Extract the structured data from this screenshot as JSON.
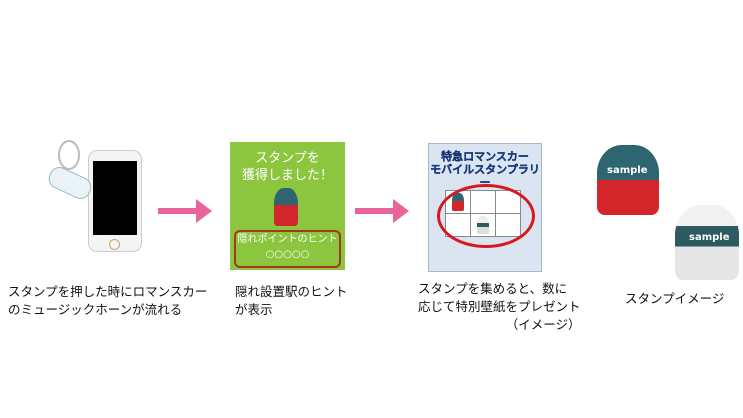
{
  "steps": [
    {
      "caption_lines": [
        "スタンプを押した時にロマンスカー",
        "のミュージックホーンが流れる"
      ]
    },
    {
      "screen": {
        "title_lines": [
          "スタンプを",
          "獲得しました！"
        ],
        "hint_label": "隠れポイントのヒント",
        "hint_value": "○○○○○"
      },
      "caption_lines": [
        "隠れ設置駅のヒント",
        "が表示"
      ]
    },
    {
      "screen": {
        "title_lines": [
          "特急ロマンスカー",
          "モバイルスタンプラリー"
        ]
      },
      "caption_lines": [
        "スタンプを集めると、数に",
        "応じて特別壁紙をプレゼント",
        "（イメージ）"
      ]
    },
    {
      "stamp_label": "sample",
      "caption_lines": [
        "スタンプイメージ"
      ]
    }
  ],
  "colors": {
    "arrow": "#e8649a",
    "green": "#8cc63f",
    "ring": "#d7191f"
  }
}
